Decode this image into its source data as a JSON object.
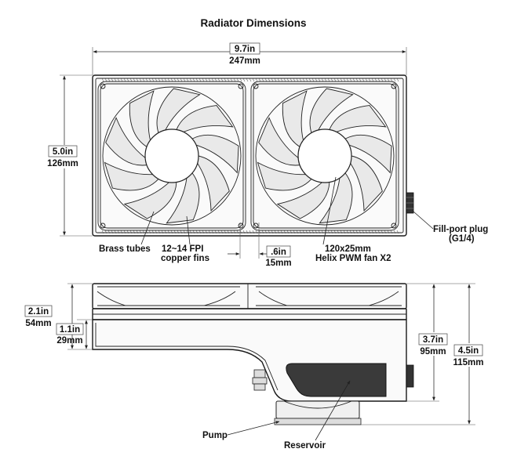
{
  "title": "Radiator Dimensions",
  "dimensions": {
    "width_in": "9.7in",
    "width_mm": "247mm",
    "height_in": "5.0in",
    "height_mm": "126mm",
    "gap_in": ".6in",
    "gap_mm": "15mm",
    "depth_upper_in": "2.1in",
    "depth_upper_mm": "54mm",
    "depth_lower_in": "1.1in",
    "depth_lower_mm": "29mm",
    "body_in": "3.7in",
    "body_mm": "95mm",
    "total_in": "4.5in",
    "total_mm": "115mm"
  },
  "callouts": {
    "brass_tubes": "Brass tubes",
    "fpi_line1": "12~14 FPI",
    "fpi_line2": "copper fins",
    "fan_line1": "120x25mm",
    "fan_line2": "Helix PWM fan X2",
    "fillport_line1": "Fill-port plug",
    "fillport_line2": "(G1/4)",
    "pump": "Pump",
    "reservoir": "Reservoir"
  }
}
